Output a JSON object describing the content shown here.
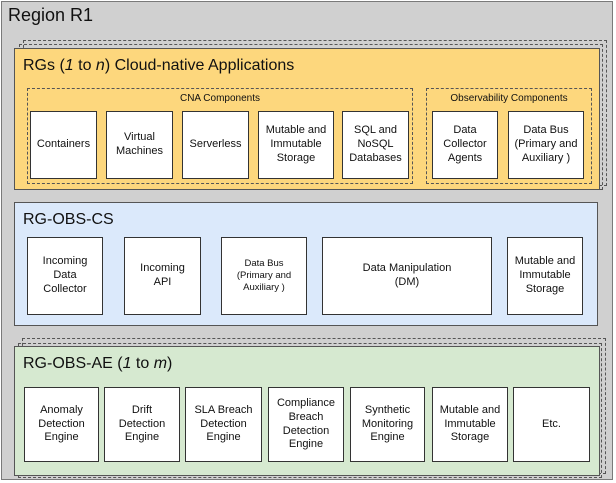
{
  "region": {
    "title": "Region R1"
  },
  "rgs": {
    "title_parts": [
      "RGs (",
      "1",
      " to ",
      "n",
      ") Cloud-native Applications"
    ],
    "cna_label": "CNA Components",
    "obs_label": "Observability Components",
    "cna_items": [
      "Containers",
      "Virtual\nMachines",
      "Serverless",
      "Mutable and\nImmutable\nStorage",
      "SQL and\nNoSQL\nDatabases"
    ],
    "obs_items": [
      "Data\nCollector\nAgents",
      "Data Bus\n(Primary and\nAuxiliary )"
    ]
  },
  "cs": {
    "title": "RG-OBS-CS",
    "items": [
      "Incoming\nData\nCollector",
      "Incoming\nAPI",
      "Data Bus\n(Primary and\nAuxiliary )",
      "Data Manipulation\n(DM)",
      "Mutable and\nImmutable\nStorage"
    ]
  },
  "ae": {
    "title_parts": [
      "RG-OBS-AE (",
      "1",
      " to ",
      "m",
      ")"
    ],
    "items": [
      "Anomaly\nDetection\nEngine",
      "Drift\nDetection\nEngine",
      "SLA Breach\nDetection\nEngine",
      "Compliance\nBreach\nDetection\nEngine",
      "Synthetic\nMonitoring\nEngine",
      "Mutable and\nImmutable\nStorage",
      "Etc."
    ]
  },
  "colors": {
    "rgs_fill": "#fdd77d",
    "cs_fill": "#dbe9fb",
    "ae_fill": "#d6e9d0",
    "region_fill": "#d0d0d0"
  }
}
